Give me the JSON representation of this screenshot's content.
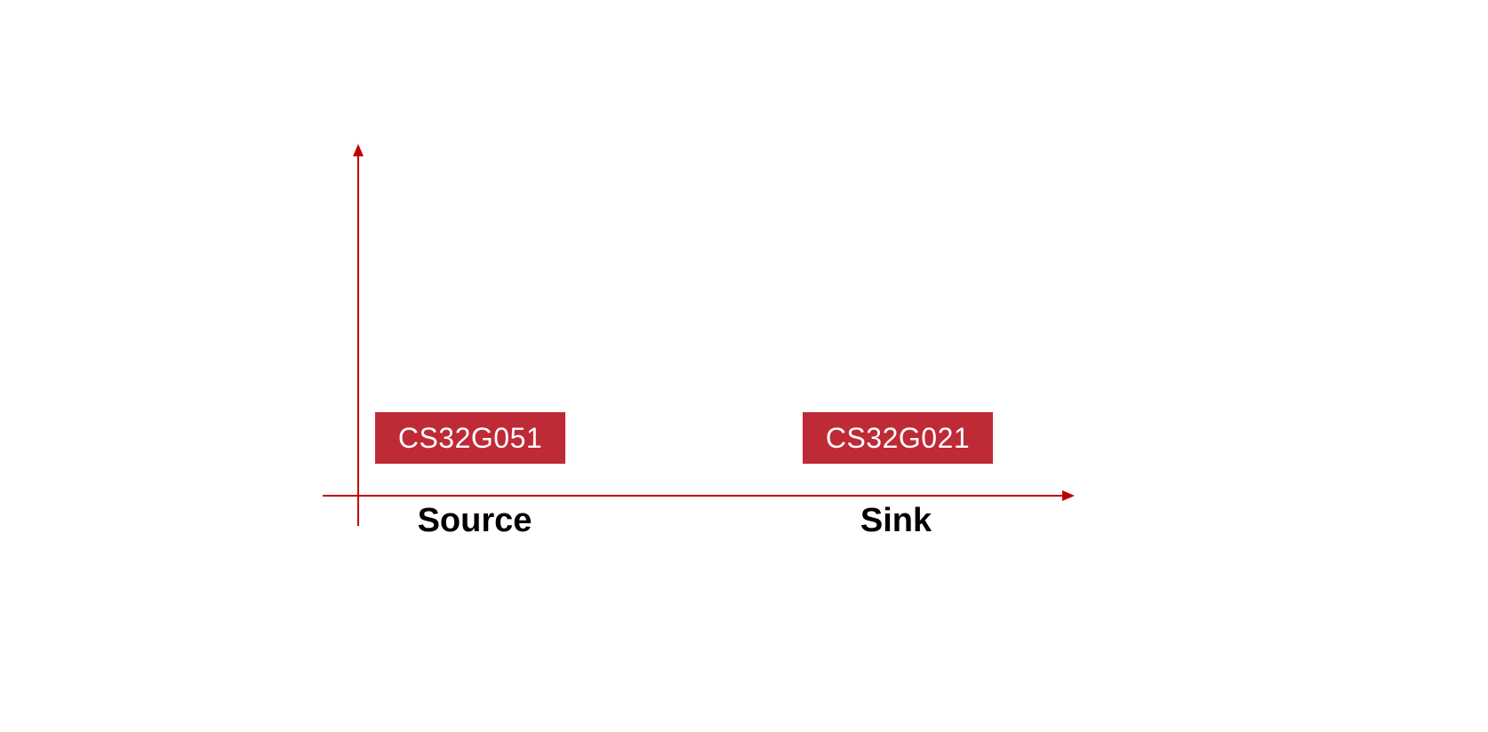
{
  "diagram": {
    "description": "Positioning diagram with red coordinate axes; two chip part-number boxes placed above the x-axis categories",
    "boxes": [
      {
        "label": "CS32G051",
        "category": "Source"
      },
      {
        "label": "CS32G021",
        "category": "Sink"
      }
    ],
    "x_axis": {
      "categories": [
        {
          "label": "Source"
        },
        {
          "label": "Sink"
        }
      ]
    },
    "icons": {
      "y_axis_arrow": "up-arrow-triangle",
      "x_axis_arrow": "right-arrow-triangle"
    }
  },
  "colors": {
    "axis_red": "#c00000",
    "box_red": "#be2a36",
    "box_text_white": "#ffffff",
    "label_black": "#000000",
    "canvas_bg": "#ffffff"
  }
}
